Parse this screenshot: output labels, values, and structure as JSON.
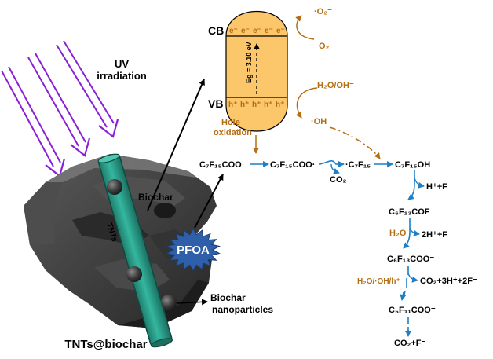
{
  "colors": {
    "arrow_blue": "#1f7fc4",
    "brown": "#b46e14",
    "band_fill": "#fcc66a",
    "uv_purple": "#8a1fd6",
    "tube_teal": "#2aa28c",
    "biochar_gray": "#3b3b3b",
    "pfoa_blue": "#2f5fa8"
  },
  "left": {
    "uv_label_1": "UV",
    "uv_label_2": "irradiation",
    "tube_label": "TNTs",
    "biochar_label": "Biochar",
    "pfoa_label": "PFOA",
    "nanoparticles_label_1": "Biochar",
    "nanoparticles_label_2": "nanoparticles",
    "caption": "TNTs@biochar"
  },
  "band": {
    "cb_label": "CB",
    "vb_label": "VB",
    "electrons": [
      "e⁻",
      "e⁻",
      "e⁻",
      "e⁻",
      "e⁻"
    ],
    "holes": [
      "h⁺",
      "h⁺",
      "h⁺",
      "h⁺",
      "h⁺"
    ],
    "eg_label": "Eg = 3.10 eV",
    "superoxide": "·O₂⁻",
    "oxygen": "O₂",
    "water": "H₂O/OH⁻",
    "hydroxyl": "·OH",
    "hole_ox_1": "Hole",
    "hole_ox_2": "oxidation"
  },
  "pathway": {
    "s1": "C₇F₁₅COO⁻",
    "s2": "C₇F₁₅COO·",
    "s3": "·C₇F₁₅",
    "s4": "C₇F₁₅OH",
    "co2_a": "CO₂",
    "hf_1": "H⁺+F⁻",
    "s5": "C₆F₁₃COF",
    "water_2": "H₂O",
    "hf_2": "2H⁺+F⁻",
    "s6": "C₆F₁₃COO⁻",
    "oxidants": "H₂O/·OH/h⁺",
    "prod_3": "CO₂+3H⁺+2F⁻",
    "s7": "C₅F₁₁COO⁻",
    "final": "CO₂+F⁻"
  }
}
